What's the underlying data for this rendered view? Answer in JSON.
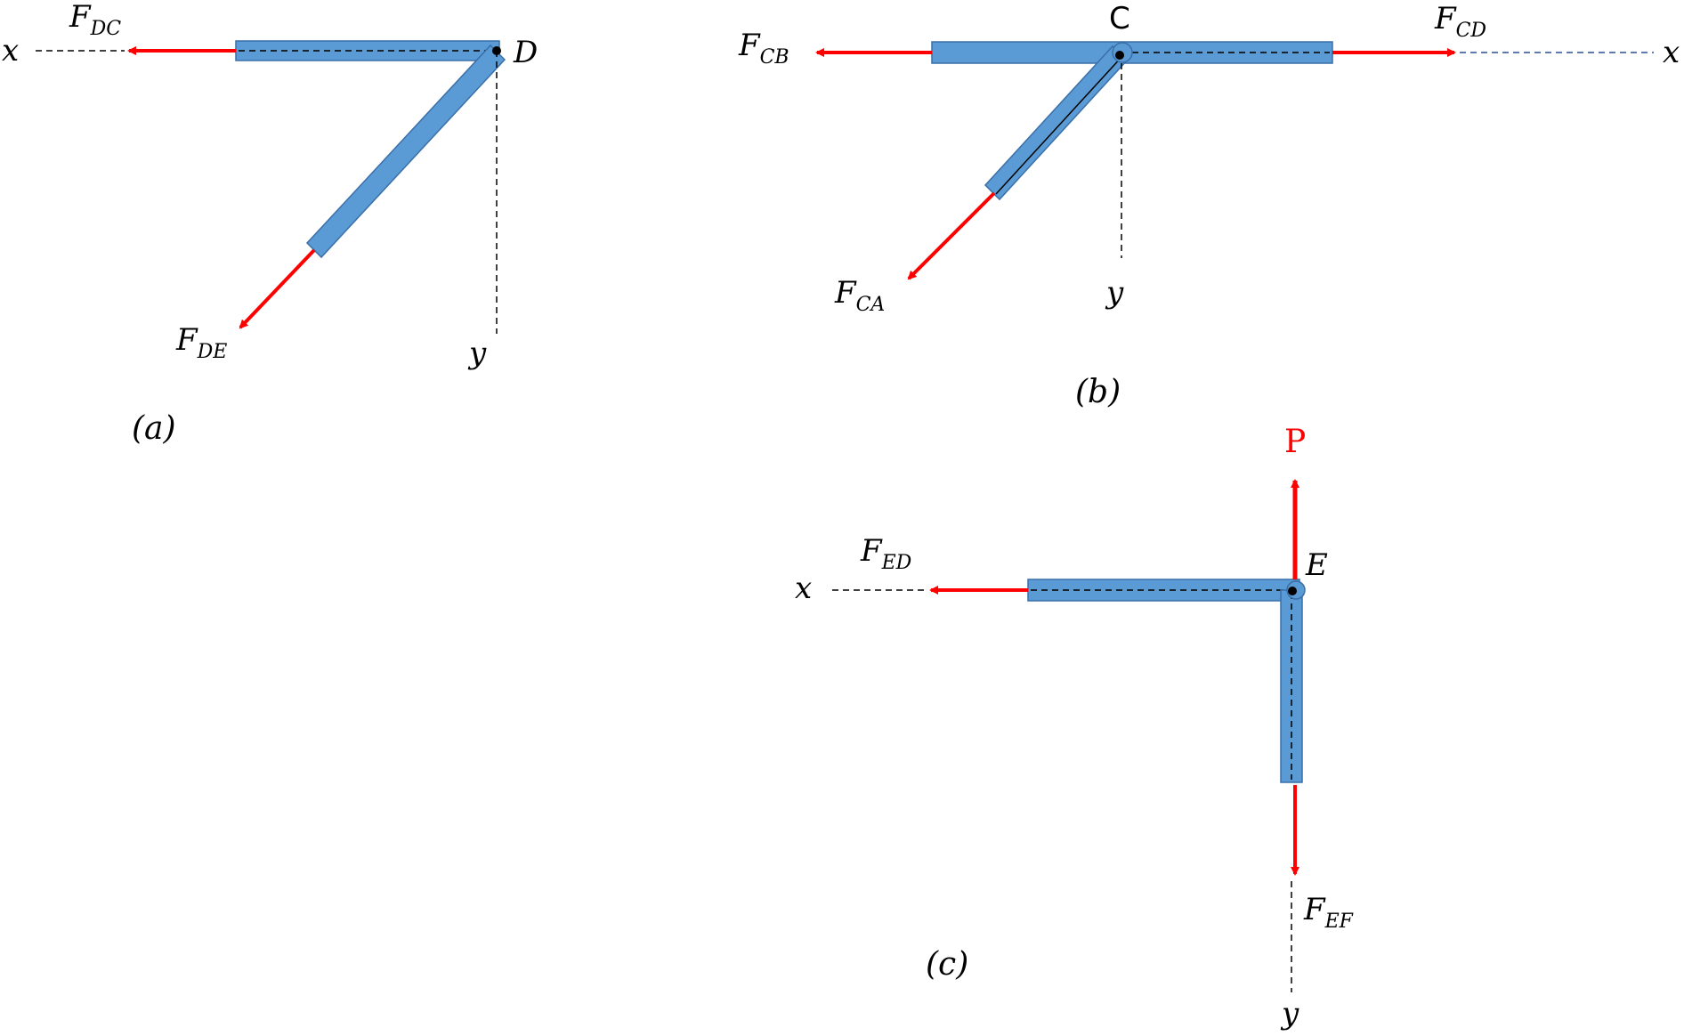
{
  "colors": {
    "member_fill": "#5b9bd5",
    "member_stroke": "#3a6fa8",
    "force_arrow": "#ff0000",
    "axis_line": "#000000",
    "axis_line_blue": "#2f4f8f",
    "text": "#000000",
    "load_label": "#ff0000"
  },
  "panel_a": {
    "caption": "(a)",
    "joint": "D",
    "axis_x": "x",
    "axis_y": "y",
    "forces": [
      {
        "base": "F",
        "sub": "DC"
      },
      {
        "base": "F",
        "sub": "DE"
      }
    ]
  },
  "panel_b": {
    "caption": "(b)",
    "joint": "C",
    "axis_x": "x",
    "axis_y": "y",
    "forces": [
      {
        "base": "F",
        "sub": "CB"
      },
      {
        "base": "F",
        "sub": "CD"
      },
      {
        "base": "F",
        "sub": "CA"
      }
    ]
  },
  "panel_c": {
    "caption": "(c)",
    "joint": "E",
    "axis_x": "x",
    "axis_y": "y",
    "load": "P",
    "forces": [
      {
        "base": "F",
        "sub": "ED"
      },
      {
        "base": "F",
        "sub": "EF"
      }
    ]
  }
}
